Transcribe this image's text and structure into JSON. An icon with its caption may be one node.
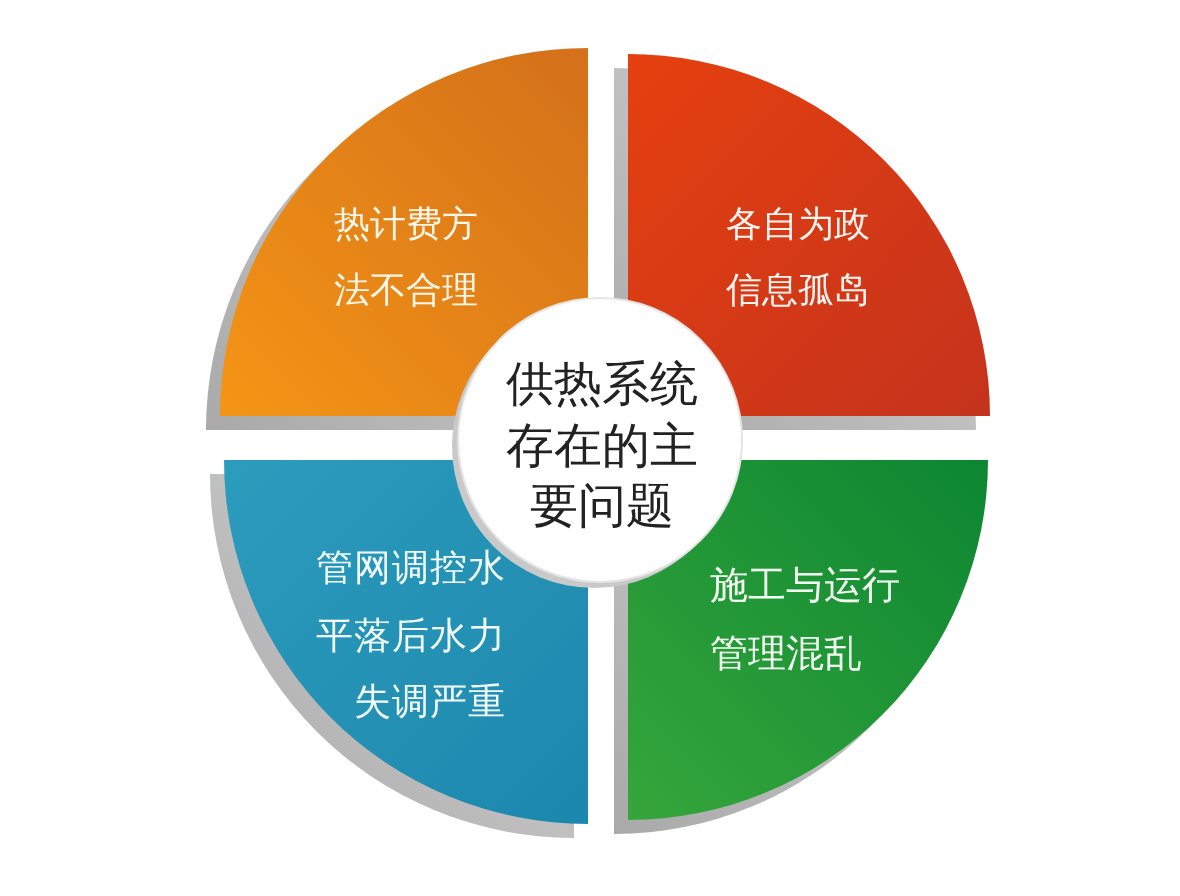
{
  "diagram": {
    "nodes": [
      {
        "text": [
          "供热系统存在的主要问题"
        ]
      },
      {
        "text": [
          "热计费方法不合理"
        ]
      },
      {
        "text": [
          "各自为政信息孤岛"
        ]
      },
      {
        "text": [
          "管网调控水平落后水力失调严重"
        ]
      },
      {
        "text": [
          "施工与运行管理混乱"
        ]
      }
    ]
  }
}
